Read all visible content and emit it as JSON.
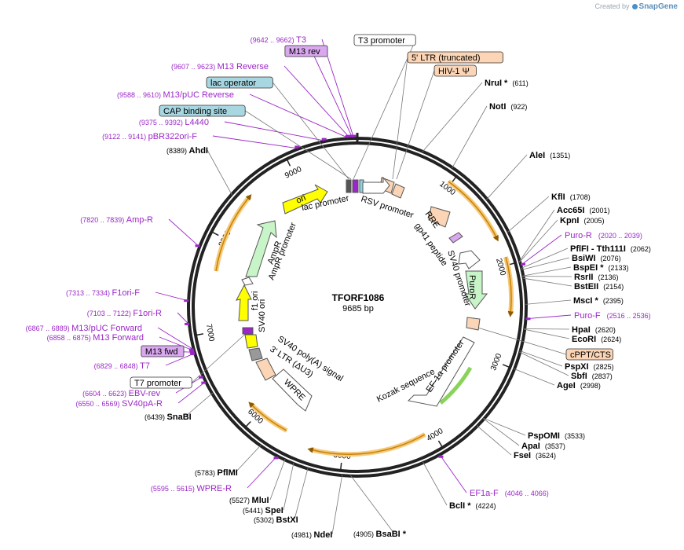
{
  "credit": {
    "prefix": "Created by",
    "brand": "SnapGene"
  },
  "plasmid": {
    "name": "TFORF1086",
    "length_label": "9685 bp",
    "length": 9685
  },
  "ruler_ticks": [
    {
      "bp": 1000,
      "label": "1000"
    },
    {
      "bp": 2000,
      "label": "2000"
    },
    {
      "bp": 3000,
      "label": "3000"
    },
    {
      "bp": 4000,
      "label": "4000"
    },
    {
      "bp": 5000,
      "label": "5000"
    },
    {
      "bp": 6000,
      "label": "6000"
    },
    {
      "bp": 7000,
      "label": "7000"
    },
    {
      "bp": 8000,
      "label": "8000"
    },
    {
      "bp": 9000,
      "label": "9000"
    }
  ],
  "enzymes": [
    {
      "name": "NruI",
      "star": true,
      "pos": "(611)",
      "bp": 611
    },
    {
      "name": "NotI",
      "star": false,
      "pos": "(922)",
      "bp": 922
    },
    {
      "name": "AleI",
      "star": false,
      "pos": "(1351)",
      "bp": 1351
    },
    {
      "name": "KflI",
      "star": false,
      "pos": "(1708)",
      "bp": 1708
    },
    {
      "name": "Acc65I",
      "star": false,
      "pos": "(2001)",
      "bp": 2001
    },
    {
      "name": "KpnI",
      "star": false,
      "pos": "(2005)",
      "bp": 2005
    },
    {
      "name": "PflFI - Tth111I",
      "star": false,
      "pos": "(2062)",
      "bp": 2062
    },
    {
      "name": "BsiWI",
      "star": false,
      "pos": "(2076)",
      "bp": 2076
    },
    {
      "name": "BspEI",
      "star": true,
      "pos": "(2133)",
      "bp": 2133
    },
    {
      "name": "RsrII",
      "star": false,
      "pos": "(2136)",
      "bp": 2136
    },
    {
      "name": "BstEII",
      "star": false,
      "pos": "(2154)",
      "bp": 2154
    },
    {
      "name": "MscI",
      "star": true,
      "pos": "(2395)",
      "bp": 2395
    },
    {
      "name": "HpaI",
      "star": false,
      "pos": "(2620)",
      "bp": 2620
    },
    {
      "name": "EcoRI",
      "star": false,
      "pos": "(2624)",
      "bp": 2624
    },
    {
      "name": "PspXI",
      "star": false,
      "pos": "(2825)",
      "bp": 2825
    },
    {
      "name": "SbfI",
      "star": false,
      "pos": "(2837)",
      "bp": 2837
    },
    {
      "name": "AgeI",
      "star": false,
      "pos": "(2998)",
      "bp": 2998
    },
    {
      "name": "PspOMI",
      "star": false,
      "pos": "(3533)",
      "bp": 3533
    },
    {
      "name": "ApaI",
      "star": false,
      "pos": "(3537)",
      "bp": 3537
    },
    {
      "name": "FseI",
      "star": false,
      "pos": "(3624)",
      "bp": 3624
    },
    {
      "name": "BclI",
      "star": true,
      "pos": "(4224)",
      "bp": 4224
    },
    {
      "name": "BsaBI",
      "star": true,
      "pos": "(4905)",
      "bp": 4905
    },
    {
      "name": "NdeI",
      "star": false,
      "pos": "(4981)",
      "bp": 4981
    },
    {
      "name": "BstXI",
      "star": false,
      "pos": "(5302)",
      "bp": 5302
    },
    {
      "name": "SpeI",
      "star": false,
      "pos": "(5441)",
      "bp": 5441
    },
    {
      "name": "MluI",
      "star": false,
      "pos": "(5527)",
      "bp": 5527
    },
    {
      "name": "PflMI",
      "star": false,
      "pos": "(5783)",
      "bp": 5783
    },
    {
      "name": "SnaBI",
      "star": false,
      "pos": "(6439)",
      "bp": 6439
    },
    {
      "name": "AhdI",
      "star": false,
      "pos": "(8389)",
      "bp": 8389
    }
  ],
  "primers": [
    {
      "name": "T3",
      "range": "(9642 .. 9662)",
      "bp": 9652,
      "box": "none"
    },
    {
      "name": "M13 rev",
      "range": "",
      "bp": 9640,
      "box": "purple"
    },
    {
      "name": "M13 Reverse",
      "range": "(9607 .. 9623)",
      "bp": 9615,
      "box": "none"
    },
    {
      "name": "M13/pUC Reverse",
      "range": "(9588 .. 9610)",
      "bp": 9599,
      "box": "none"
    },
    {
      "name": "L4440",
      "range": "(9375 .. 9392)",
      "bp": 9384,
      "box": "none"
    },
    {
      "name": "pBR322ori-F",
      "range": "(9122 .. 9141)",
      "bp": 9131,
      "box": "none"
    },
    {
      "name": "Puro-R",
      "range": "(2020 .. 2039)",
      "bp": 2030,
      "box": "none"
    },
    {
      "name": "Puro-F",
      "range": "(2516 .. 2536)",
      "bp": 2526,
      "box": "none"
    },
    {
      "name": "EF1a-F",
      "range": "(4046 .. 4066)",
      "bp": 4056,
      "box": "none"
    },
    {
      "name": "WPRE-R",
      "range": "(5595 .. 5615)",
      "bp": 5605,
      "box": "none"
    },
    {
      "name": "SV40pA-R",
      "range": "(6550 .. 6569)",
      "bp": 6560,
      "box": "none"
    },
    {
      "name": "EBV-rev",
      "range": "(6604 .. 6623)",
      "bp": 6614,
      "box": "none"
    },
    {
      "name": "T7",
      "range": "(6829 .. 6848)",
      "bp": 6838,
      "box": "none"
    },
    {
      "name": "M13 fwd",
      "range": "",
      "bp": 6850,
      "box": "purple"
    },
    {
      "name": "M13 Forward",
      "range": "(6858 .. 6875)",
      "bp": 6866,
      "box": "none"
    },
    {
      "name": "M13/pUC Forward",
      "range": "(6867 .. 6889)",
      "bp": 6878,
      "box": "none"
    },
    {
      "name": "F1ori-R",
      "range": "(7103 .. 7122)",
      "bp": 7112,
      "box": "none"
    },
    {
      "name": "F1ori-F",
      "range": "(7313 .. 7334)",
      "bp": 7323,
      "box": "none"
    },
    {
      "name": "Amp-R",
      "range": "(7820 .. 7839)",
      "bp": 7829,
      "box": "none"
    }
  ],
  "boxed_labels": [
    {
      "text": "T3 promoter",
      "style": "white"
    },
    {
      "text": "5' LTR (truncated)",
      "style": "peach"
    },
    {
      "text": "HIV-1 Ψ",
      "style": "peach"
    },
    {
      "text": "lac operator",
      "style": "teal"
    },
    {
      "text": "CAP binding site",
      "style": "teal"
    },
    {
      "text": "cPPT/CTS",
      "style": "peach"
    },
    {
      "text": "T7 promoter",
      "style": "white"
    }
  ],
  "features": [
    {
      "name": "RSV promoter"
    },
    {
      "name": "lac promoter"
    },
    {
      "name": "ori"
    },
    {
      "name": "RRE"
    },
    {
      "name": "gp41 peptide"
    },
    {
      "name": "SV40 promoter"
    },
    {
      "name": "PuroR"
    },
    {
      "name": "EF-1α promoter"
    },
    {
      "name": "Kozak sequence"
    },
    {
      "name": "AmpR"
    },
    {
      "name": "AmpR promoter"
    },
    {
      "name": "f1 ori"
    },
    {
      "name": "SV40 ori"
    },
    {
      "name": "SV40 poly(A) signal"
    },
    {
      "name": "3' LTR (ΔU3)"
    },
    {
      "name": "WPRE"
    }
  ],
  "colors": {
    "enzyme": "#000000",
    "primer": "#9b27c7",
    "backbone": "#222222",
    "orf": "#f2a13a",
    "yellow": "#ffff00",
    "green": "#c8f5c8",
    "peach": "#fbd5b5",
    "teal": "#a8d7e2",
    "purplebox": "#d9a8ef"
  }
}
